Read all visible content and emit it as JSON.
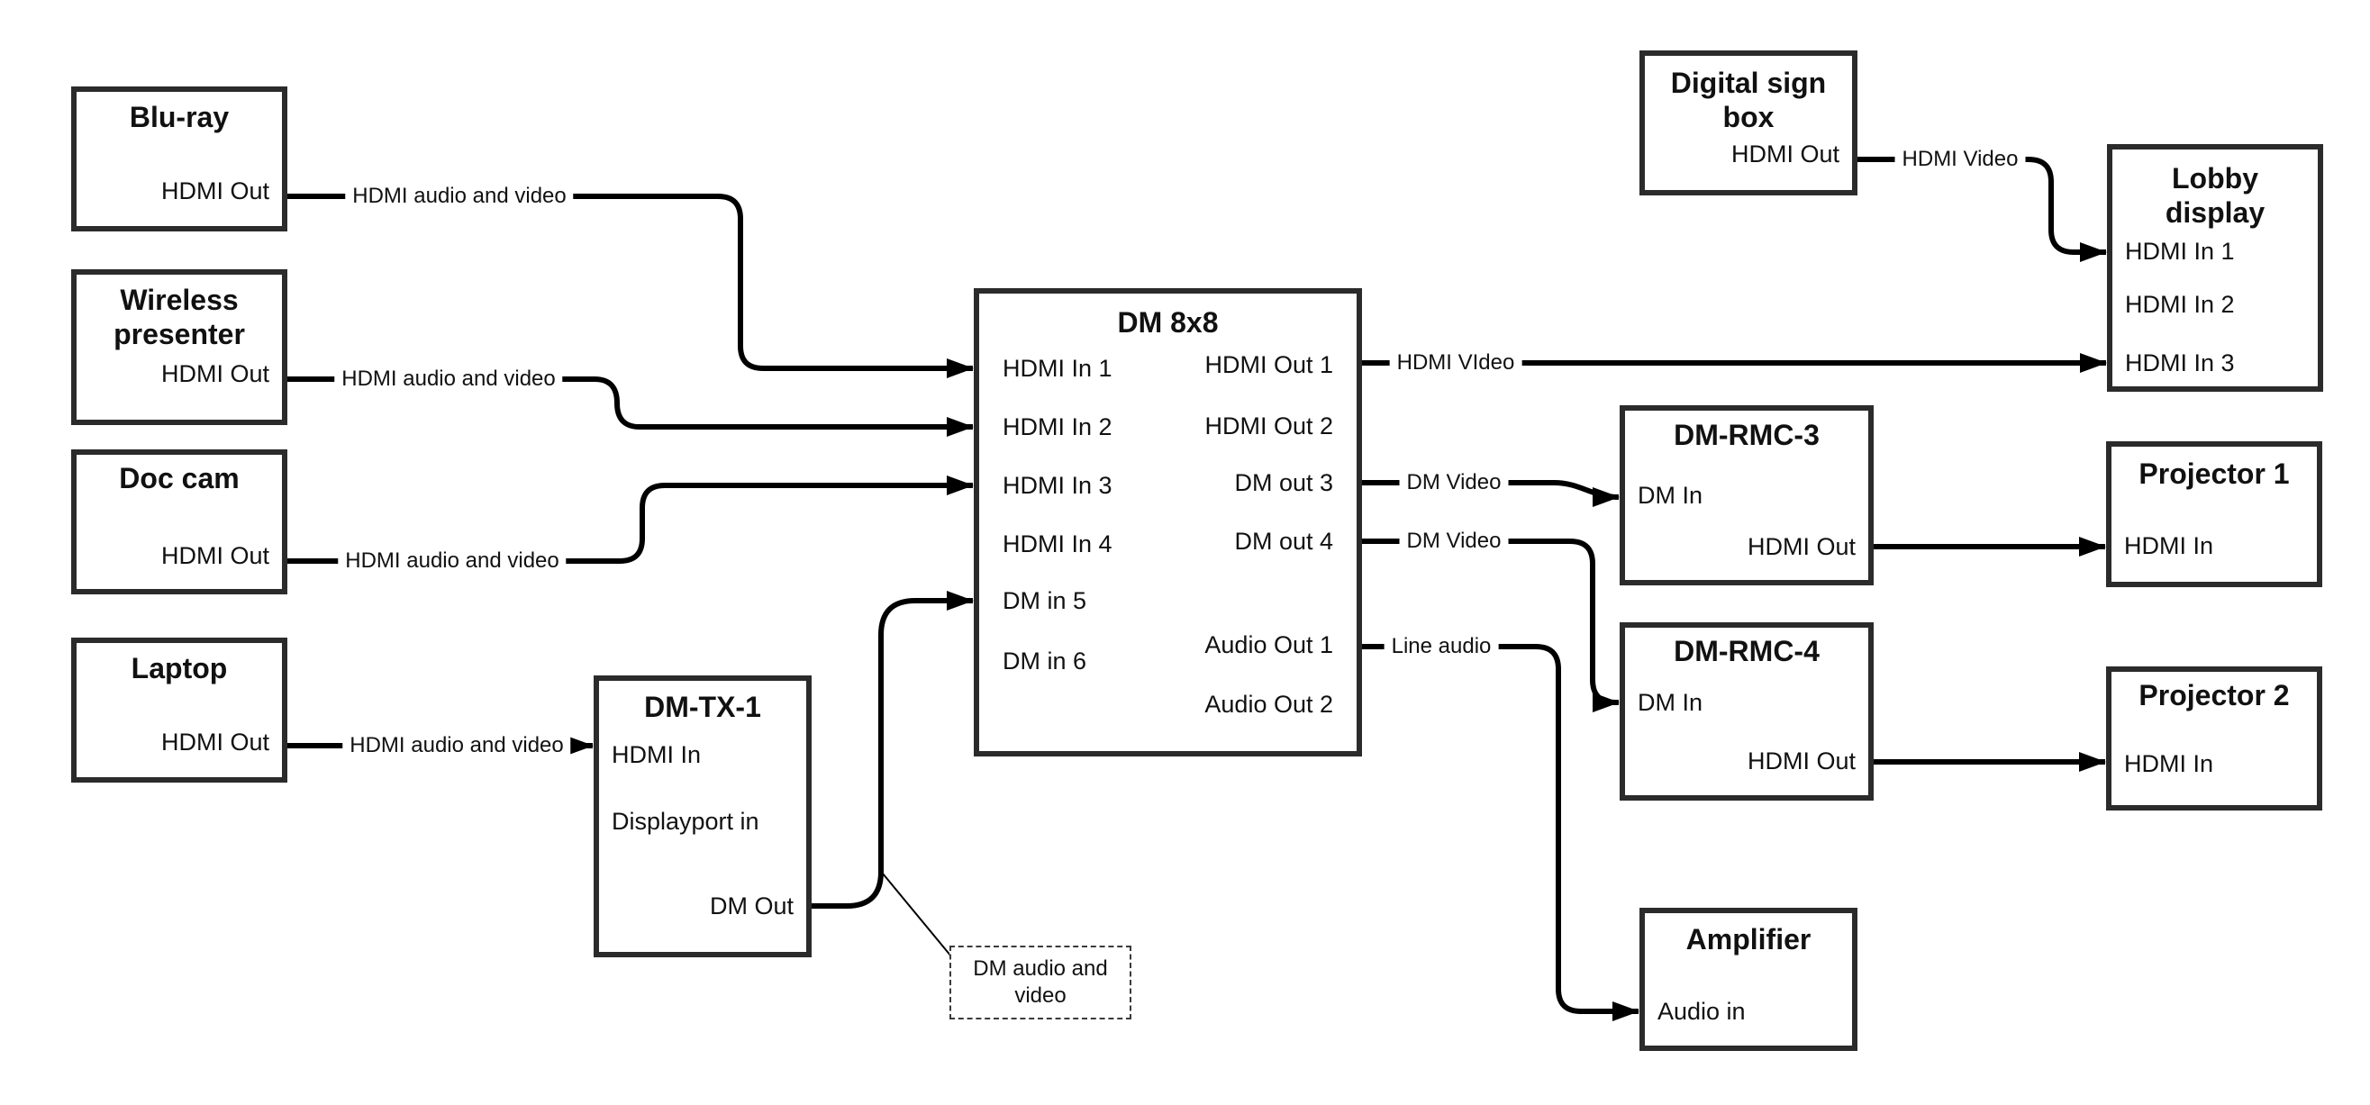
{
  "nodes": {
    "bluray": {
      "title": "Blu-ray",
      "port": "HDMI Out"
    },
    "wireless": {
      "title": "Wireless\npresenter",
      "port": "HDMI Out"
    },
    "doccam": {
      "title": "Doc cam",
      "port": "HDMI Out"
    },
    "laptop": {
      "title": "Laptop",
      "port": "HDMI Out"
    },
    "dmtx1": {
      "title": "DM-TX-1",
      "ports": [
        "HDMI In",
        "Displayport in",
        "DM Out"
      ]
    },
    "dm8x8": {
      "title": "DM 8x8",
      "inputs": [
        "HDMI In 1",
        "HDMI In 2",
        "HDMI In 3",
        "HDMI In 4",
        "DM in 5",
        "DM in 6"
      ],
      "outputs": [
        "HDMI Out 1",
        "HDMI Out 2",
        "DM out 3",
        "DM out 4",
        "Audio Out 1",
        "Audio Out 2"
      ]
    },
    "digital_sign": {
      "title": "Digital sign\nbox",
      "port": "HDMI Out"
    },
    "lobby": {
      "title": "Lobby\ndisplay",
      "ports": [
        "HDMI In 1",
        "HDMI In 2",
        "HDMI In 3"
      ]
    },
    "rmc3": {
      "title": "DM-RMC-3",
      "ports": [
        "DM In",
        "HDMI Out"
      ]
    },
    "proj1": {
      "title": "Projector 1",
      "port": "HDMI In"
    },
    "rmc4": {
      "title": "DM-RMC-4",
      "ports": [
        "DM In",
        "HDMI Out"
      ]
    },
    "proj2": {
      "title": "Projector 2",
      "port": "HDMI In"
    },
    "amplifier": {
      "title": "Amplifier",
      "port": "Audio in"
    }
  },
  "wire_labels": {
    "bluray_to_dm8x8": "HDMI audio and video",
    "wireless_to_dm8x8": "HDMI audio and video",
    "doccam_to_dm8x8": "HDMI audio and video",
    "laptop_to_dmtx1": "HDMI audio and video",
    "dmtx1_to_dm8x8": "DM audio and\nvideo",
    "hdmi_out1_wire": "HDMI VIdeo",
    "dm_out3_wire": "DM Video",
    "dm_out4_wire": "DM Video",
    "audio_out1_wire": "Line audio",
    "sign_to_lobby": "HDMI Video"
  },
  "colors": {
    "wire": "#000000",
    "box_border": "#2b2b2b",
    "background": "#ffffff"
  }
}
